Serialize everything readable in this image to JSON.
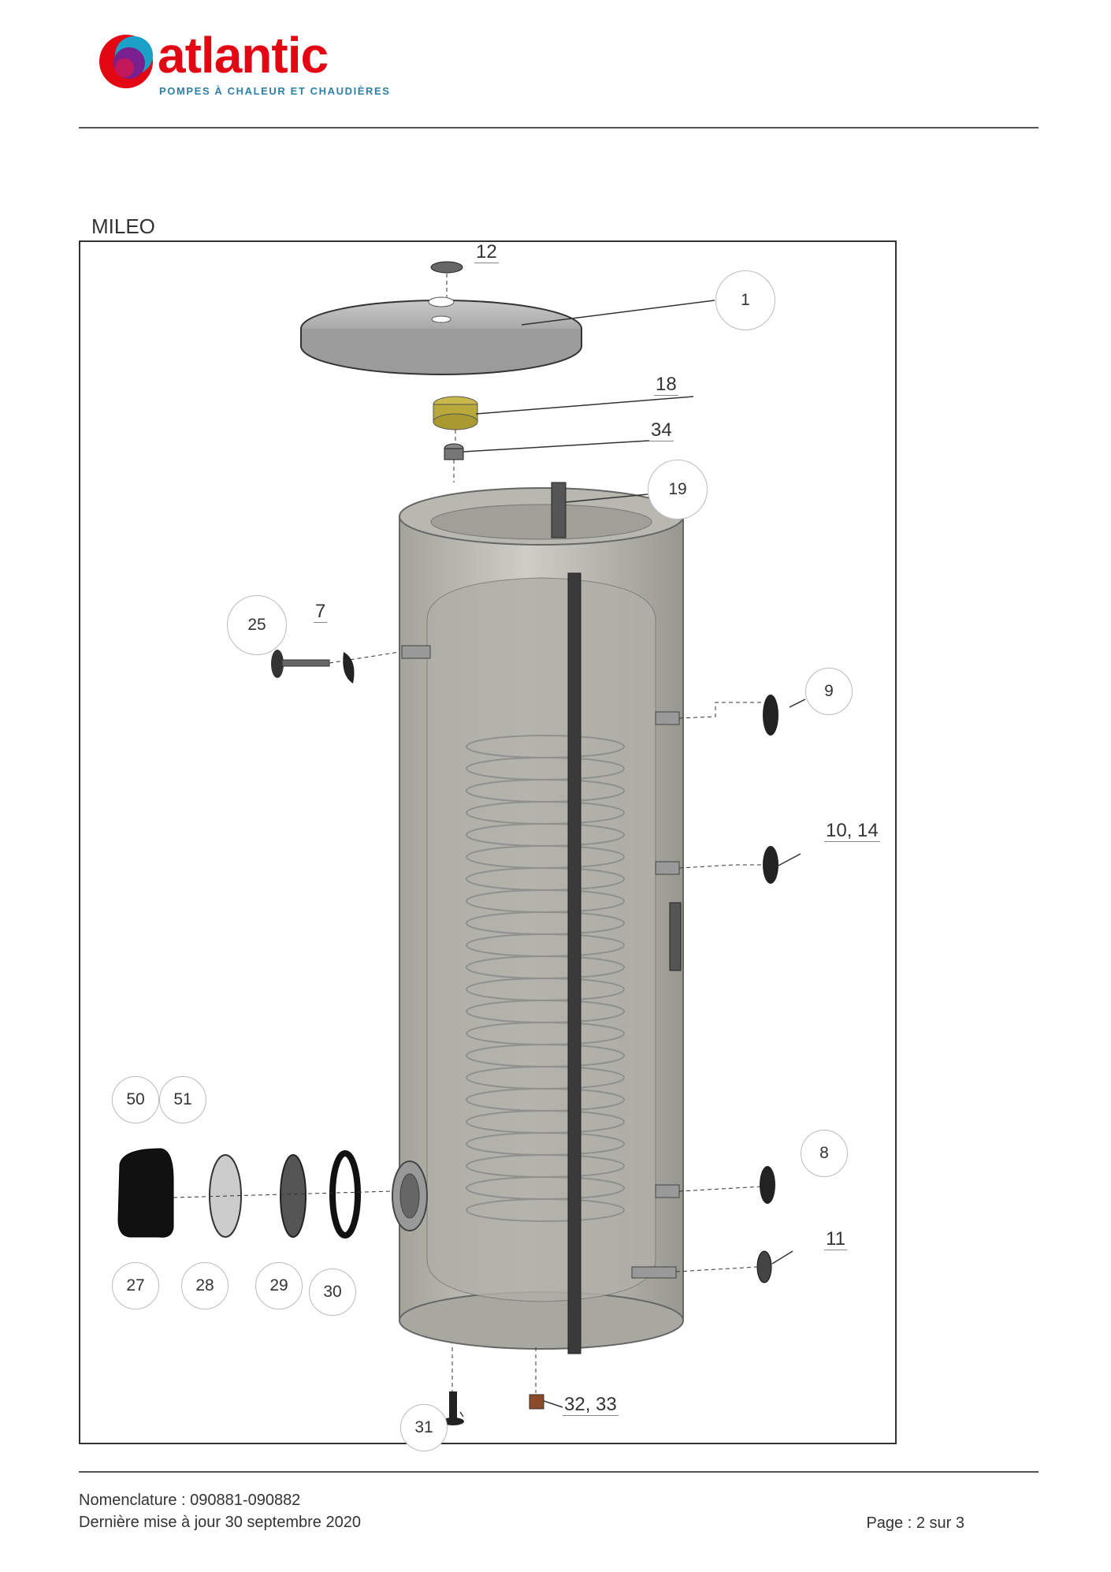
{
  "header": {
    "logo_word": "atlantic",
    "logo_tagline": "POMPES À CHALEUR ET CHAUDIÈRES",
    "brand_color": "#e30613",
    "tag_color": "#2b7fa8"
  },
  "document": {
    "title": "MILEO"
  },
  "callouts": {
    "c1": "1",
    "c19": "19",
    "c25": "25",
    "c9": "9",
    "c8": "8",
    "c50": "50",
    "c51": "51",
    "c27": "27",
    "c28": "28",
    "c29": "29",
    "c30": "30",
    "c31": "31"
  },
  "labels": {
    "l12": "12",
    "l18": "18",
    "l34": "34",
    "l7": "7",
    "l10_14": "10, 14",
    "l11": "11",
    "l32_33": "32, 33"
  },
  "footer": {
    "nomenclature": "Nomenclature : 090881-090882",
    "updated": "Dernière mise à jour 30 septembre 2020",
    "page": "Page : 2 sur 3"
  }
}
